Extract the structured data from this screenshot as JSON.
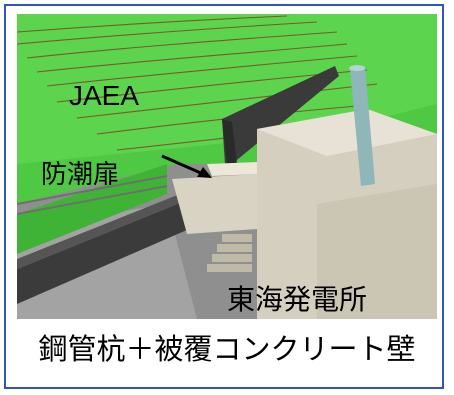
{
  "labels": {
    "jaea": "JAEA",
    "tide_gate": "防潮扉",
    "power_station": "東海発電所"
  },
  "caption": "鋼管杭＋被覆コンクリート壁",
  "colors": {
    "frame_border": "#2f56b8",
    "terrain_green": "#4fc843",
    "wall_dark": "#3d3d3d",
    "building_beige": "#d8d2c0",
    "pipe_teal": "#8fb6b8"
  },
  "icons": {
    "pointer": "arrow-icon"
  }
}
